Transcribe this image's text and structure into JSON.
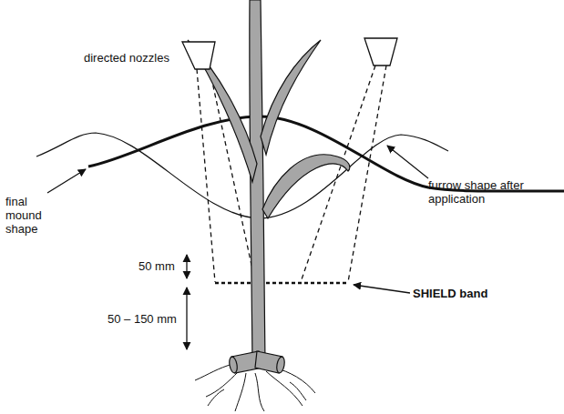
{
  "diagram": {
    "labels": [
      "directed nozzles",
      "final mound shape",
      "furrow shape after application",
      "50 mm",
      "50 – 150 mm",
      "SHIELD band"
    ]
  }
}
